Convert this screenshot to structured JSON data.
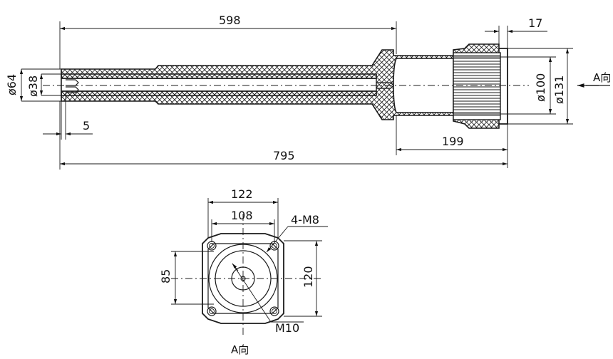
{
  "dimensions": {
    "length_598": "598",
    "length_17": "17",
    "dia_64": "ø64",
    "dia_38": "ø38",
    "dia_100": "ø100",
    "dia_131": "ø131",
    "length_5": "5",
    "length_199": "199",
    "length_795": "795",
    "flange_122": "122",
    "flange_108": "108",
    "thread_4m8": "4-M8",
    "flange_85": "85",
    "flange_120": "120",
    "thread_m10": "M10"
  },
  "labels": {
    "view_a_arrow": "A向",
    "view_a_title": "A向"
  }
}
